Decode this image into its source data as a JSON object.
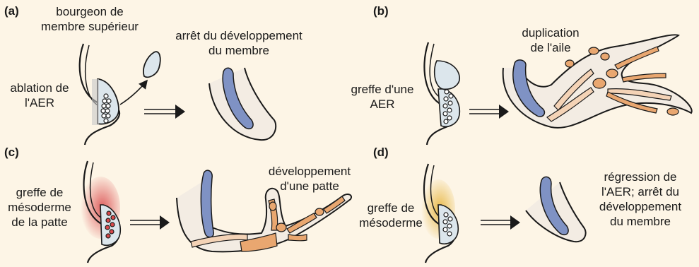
{
  "panels": {
    "a": {
      "tag": "(a)",
      "bud_label_l1": "bourgeon de",
      "bud_label_l2": "membre supérieur",
      "left_label_l1": "ablation de",
      "left_label_l2": "l'AER",
      "result_label_l1": "arrêt du développement",
      "result_label_l2": "du membre"
    },
    "b": {
      "tag": "(b)",
      "left_label_l1": "greffe d'une",
      "left_label_l2": "AER",
      "result_label_l1": "duplication",
      "result_label_l2": "de l'aile"
    },
    "c": {
      "tag": "(c)",
      "left_label_l1": "greffe de",
      "left_label_l2": "mésoderme",
      "left_label_l3": "de la patte",
      "result_label_l1": "développement",
      "result_label_l2": "d'une patte"
    },
    "d": {
      "tag": "(d)",
      "left_label_l1": "greffe de",
      "left_label_l2": "mésoderme",
      "result_label_l1": "régression de",
      "result_label_l2": "l'AER; arrêt du",
      "result_label_l3": "développement",
      "result_label_l4": "du membre"
    }
  },
  "colors": {
    "background": "#fdf5e6",
    "bud_fill": "#dce6ec",
    "cartilage_blue": "#7f92c4",
    "bone_orange": "#e9a770",
    "bone_pale": "#f4d3b6",
    "leg_mesoderm_red": "#d9484a",
    "mesoderm_yellow": "#e6b43c",
    "outline": "#1a1a1a"
  }
}
